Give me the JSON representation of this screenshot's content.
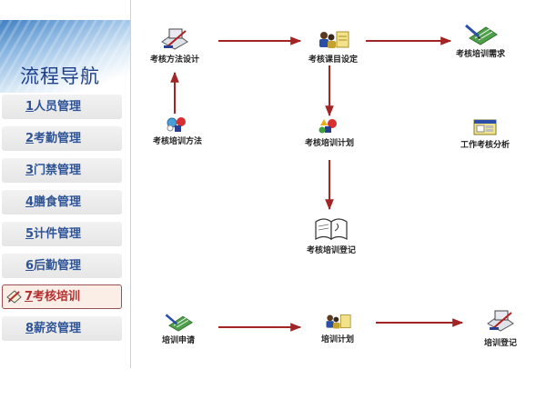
{
  "sidebar": {
    "title": "流程导航",
    "items": [
      {
        "num": "1",
        "label": "人员管理",
        "active": false
      },
      {
        "num": "2",
        "label": "考勤管理",
        "active": false
      },
      {
        "num": "3",
        "label": "门禁管理",
        "active": false
      },
      {
        "num": "4",
        "label": "膳食管理",
        "active": false
      },
      {
        "num": "5",
        "label": "计件管理",
        "active": false
      },
      {
        "num": "6",
        "label": "后勤管理",
        "active": false
      },
      {
        "num": "7",
        "label": "考核培训",
        "active": true
      },
      {
        "num": "8",
        "label": "薪资管理",
        "active": false
      }
    ]
  },
  "flow": {
    "nodes": {
      "method_design": {
        "label": "考核方法设计",
        "icon": "monitor-pencil-icon"
      },
      "course_setup": {
        "label": "考核课目设定",
        "icon": "people-scroll-icon"
      },
      "training_demand": {
        "label": "考核培训需求",
        "icon": "pen-notes-icon"
      },
      "training_method": {
        "label": "考核培训方法",
        "icon": "shapes-icon"
      },
      "training_plan": {
        "label": "考核培训计划",
        "icon": "shapes-icon"
      },
      "job_analysis": {
        "label": "工作考核分析",
        "icon": "computer-window-icon"
      },
      "training_register": {
        "label": "考核培训登记",
        "icon": "open-book-icon"
      },
      "apply": {
        "label": "培训申请",
        "icon": "pen-notes-icon"
      },
      "plan": {
        "label": "培训计划",
        "icon": "people-scroll-icon"
      },
      "register": {
        "label": "培训登记",
        "icon": "monitor-pencil-icon"
      }
    }
  },
  "colors": {
    "arrow": "#a32424",
    "nav_text": "#2f5496",
    "active_border": "#a05050"
  }
}
